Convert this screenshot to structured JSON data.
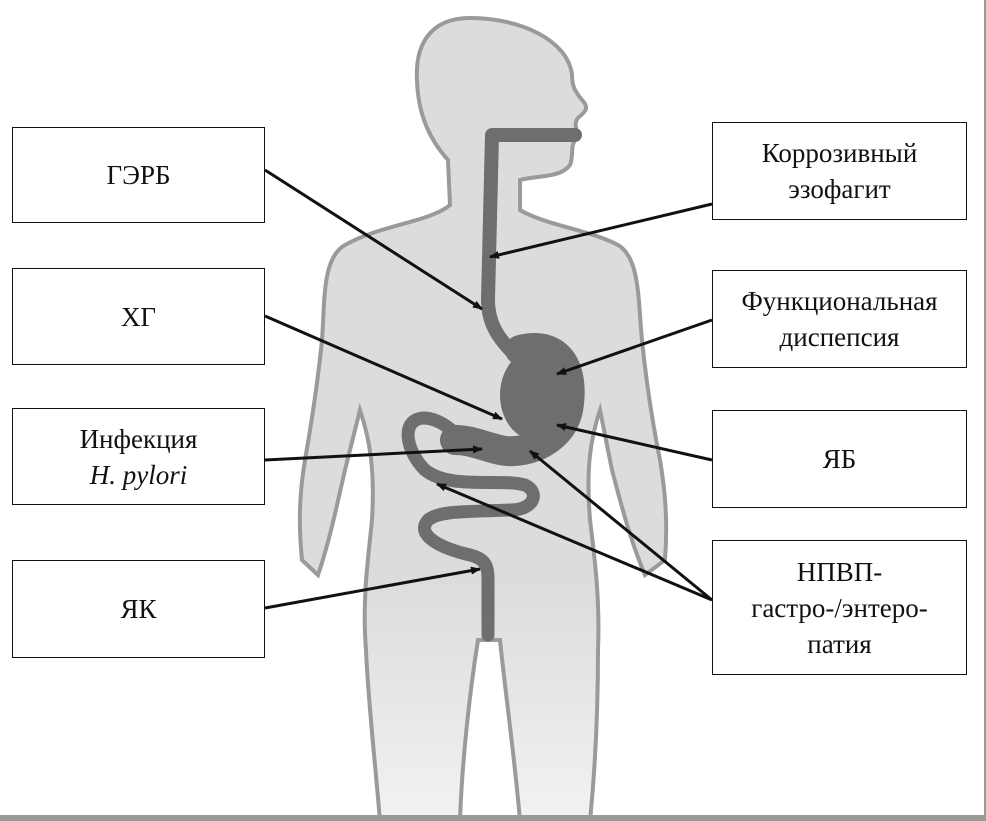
{
  "labels": {
    "gerd": "ГЭРБ",
    "chronic_gastritis": "ХГ",
    "h_pylori_line1": "Инфекция",
    "h_pylori_line2": "H. pylori",
    "uc": "ЯК",
    "corrosive_line1": "Коррозивный",
    "corrosive_line2": "эзофагит",
    "dyspepsia_line1": "Функциональная",
    "dyspepsia_line2": "диспепсия",
    "ulcer": "ЯБ",
    "nsaid_line1": "НПВП-",
    "nsaid_line2": "гастро-/энтеро-",
    "nsaid_line3": "патия"
  },
  "colors": {
    "body": "#dcdcdc",
    "body_outline": "#9a9a9a",
    "gi_tract": "#6e6e6e",
    "arrow": "#111111"
  }
}
